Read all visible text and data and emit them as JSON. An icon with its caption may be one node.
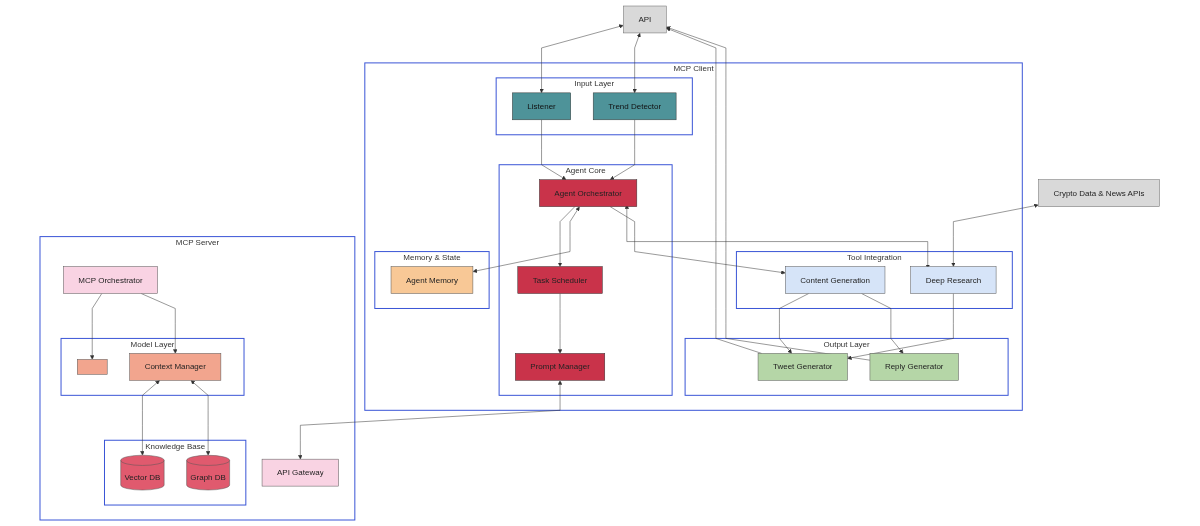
{
  "diagram": {
    "nodes": [
      {
        "text": [
          "API"
        ]
      },
      {
        "text": [
          "MCP Client"
        ]
      },
      {
        "text": [
          "Input Layer"
        ],
        "in": 1
      },
      {
        "text": [
          "Listener"
        ],
        "in": 2
      },
      {
        "text": [
          "Trend Detector"
        ],
        "in": 2
      },
      {
        "text": [
          "Agent Core"
        ],
        "in": 1
      },
      {
        "text": [
          "Agent Orchestrator"
        ],
        "in": 5
      },
      {
        "text": [
          "Task Scheduler"
        ],
        "in": 5
      },
      {
        "text": [
          "Prompt Manager"
        ],
        "in": 5
      },
      {
        "text": [
          "Crypto Data & News APIs"
        ]
      },
      {
        "text": [
          "Memory & State"
        ],
        "in": 1
      },
      {
        "text": [
          "Agent Memory"
        ],
        "in": 10
      },
      {
        "text": [
          "Tool Integration"
        ],
        "in": 1
      },
      {
        "text": [
          "Deep Research"
        ],
        "in": 12
      },
      {
        "text": [
          "Content Generation"
        ],
        "in": 12
      },
      {
        "text": [
          "Output Layer"
        ],
        "in": 1
      },
      {
        "text": [
          "Tweet Generator"
        ],
        "in": 15
      },
      {
        "text": [
          "Reply Generator"
        ],
        "in": 15
      },
      {
        "text": [
          "MCP Server"
        ]
      },
      {
        "text": [
          "API Gateway"
        ],
        "in": 18
      },
      {
        "text": [
          "MCP Orchestrator"
        ],
        "in": 18
      },
      {
        "text": [
          "Model Layer"
        ],
        "in": 18
      },
      {
        "text": [],
        "shape": "box",
        "in": 21
      },
      {
        "text": [
          "Context Manager"
        ],
        "in": 21
      },
      {
        "text": [
          "Knowledge Base"
        ],
        "in": 18
      },
      {
        "text": [
          "Vector DB"
        ],
        "in": 24
      },
      {
        "text": [
          "Graph DB"
        ],
        "in": 24
      }
    ],
    "edges": [
      {
        "from": 0,
        "to": 3,
        "arrow": "both"
      },
      {
        "from": 0,
        "to": 4,
        "arrow": "both"
      },
      {
        "from": 3,
        "to": 6,
        "arrow": "to"
      },
      {
        "from": 4,
        "to": 6,
        "arrow": "to"
      },
      {
        "from": 6,
        "to": 7,
        "arrow": "to"
      },
      {
        "from": 7,
        "to": 8,
        "arrow": "to"
      },
      {
        "from": 6,
        "to": 11,
        "arrow": "both"
      },
      {
        "from": 6,
        "to": 13,
        "arrow": "both"
      },
      {
        "from": 6,
        "to": 14,
        "arrow": "to"
      },
      {
        "from": 9,
        "to": 13,
        "arrow": "both"
      },
      {
        "from": 13,
        "to": 16,
        "arrow": "to"
      },
      {
        "from": 14,
        "to": 16,
        "arrow": "to"
      },
      {
        "from": 14,
        "to": 17,
        "arrow": "to"
      },
      {
        "from": 16,
        "to": 0,
        "arrow": "to"
      },
      {
        "from": 17,
        "to": 0,
        "arrow": "to"
      },
      {
        "from": 8,
        "to": 19,
        "arrow": "both"
      },
      {
        "from": 20,
        "to": 22,
        "arrow": "to"
      },
      {
        "from": 20,
        "to": 23,
        "arrow": "to"
      },
      {
        "from": 23,
        "to": 25,
        "arrow": "both"
      },
      {
        "from": 23,
        "to": 26,
        "arrow": "both"
      }
    ]
  }
}
